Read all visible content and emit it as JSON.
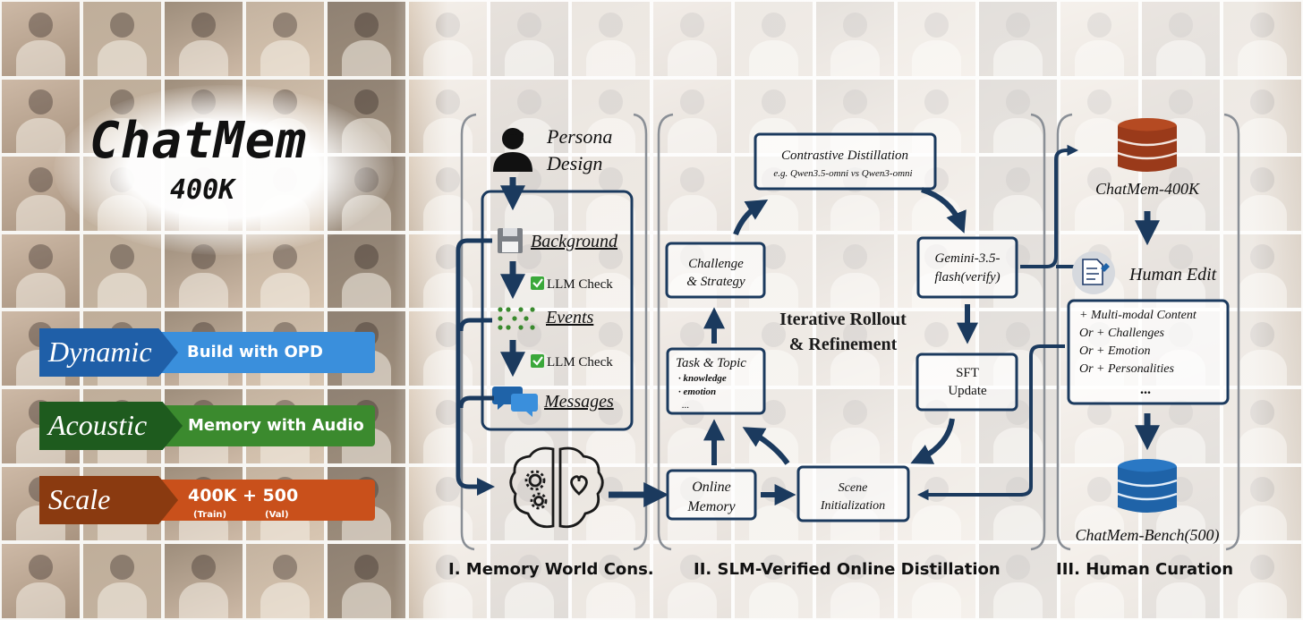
{
  "brand": {
    "title": "ChatMem",
    "subtitle": "400K"
  },
  "badges": [
    {
      "tag": "Dynamic",
      "text": "Build with OPD",
      "tag_color": "#1f5fa8",
      "bar_color": "#3a8fdc"
    },
    {
      "tag": "Acoustic",
      "text": "Memory with Audio",
      "tag_color": "#1e5b1e",
      "bar_color": "#3b8a2e"
    },
    {
      "tag": "Scale",
      "text": "400K + 500",
      "tag_color": "#8a3a10",
      "bar_color": "#c9501b",
      "sub_train": "(Train)",
      "sub_val": "(Val)"
    }
  ],
  "section1": {
    "persona_line1": "Persona",
    "persona_line2": "Design",
    "background": "Background",
    "check1": "LLM Check",
    "events": "Events",
    "check2": "LLM Check",
    "messages": "Messages",
    "caption": "I. Memory World Cons."
  },
  "section2": {
    "contrastive_title": "Contrastive Distillation",
    "contrastive_eg": "e.g. Qwen3.5-omni vs Qwen3-omni",
    "challenge_line1": "Challenge",
    "challenge_line2": "& Strategy",
    "task_title": "Task & Topic",
    "task_item1": "· knowledge",
    "task_item2": "· emotion",
    "task_item3": "...",
    "iterative_line1": "Iterative Rollout",
    "iterative_line2": "& Refinement",
    "gemini_line1": "Gemini-3.5-",
    "gemini_line2": "flash(verify)",
    "sft_line1": "SFT",
    "sft_line2": "Update",
    "online_line1": "Online",
    "online_line2": "Memory",
    "scene_line1": "Scene",
    "scene_line2": "Initialization",
    "caption": "II. SLM-Verified Online Distillation"
  },
  "section3": {
    "dataset_label": "ChatMem-400K",
    "human_edit": "Human Edit",
    "edit_items": [
      "+ Multi-modal Content",
      "Or + Challenges",
      "Or + Emotion",
      "Or + Personalities",
      "..."
    ],
    "bench_label": "ChatMem-Bench(500)",
    "caption": "III. Human Curation"
  },
  "colors": {
    "navy": "#1b3a5e",
    "db_top": "#9a3a1a",
    "db_bottom": "#1f63a8",
    "check_green": "#3aa83a"
  },
  "icons": [
    "person-icon",
    "floppy-disk-icon",
    "dot-grid-icon",
    "chat-bubbles-icon",
    "brain-gears-heart-icon",
    "database-icon",
    "document-edit-icon"
  ]
}
